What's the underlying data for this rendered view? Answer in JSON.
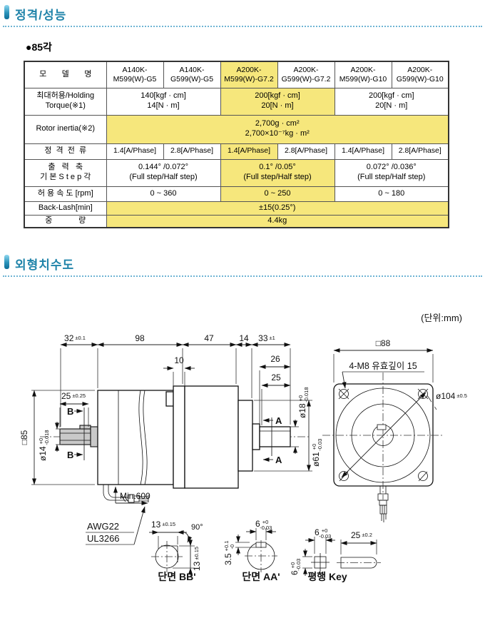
{
  "colors": {
    "accent_teal": "#1f83a9",
    "highlight_yellow": "#f6e77c"
  },
  "sections": {
    "ratings": "정격/성능",
    "dimensions": "외형치수도"
  },
  "spec_table": {
    "heading": "●85각",
    "labels": {
      "model": "모       델       명",
      "torque1": "최대허용/Holding",
      "torque2": "Torque(※1)",
      "rotor": "Rotor inertia(※2)",
      "current": "정  격  전  류",
      "step1": "출   력   축",
      "step2": "기 본 S t e p 각",
      "speed": "허 용 속 도 [rpm]",
      "backlash": "Back-Lash[min]",
      "weight": "중            량"
    },
    "models": [
      {
        "l1": "A140K-",
        "l2": "M599(W)-G5"
      },
      {
        "l1": "A140K-",
        "l2": "G599(W)-G5"
      },
      {
        "l1": "A200K-",
        "l2": "M599(W)-G7.2"
      },
      {
        "l1": "A200K-",
        "l2": "G599(W)-G7.2"
      },
      {
        "l1": "A200K-",
        "l2": "M599(W)-G10"
      },
      {
        "l1": "A200K-",
        "l2": "G599(W)-G10"
      }
    ],
    "torque": [
      {
        "l1": "140[kgf · cm]",
        "l2": "14[N · m]"
      },
      {
        "l1": "200[kgf · cm]",
        "l2": "20[N · m]"
      },
      {
        "l1": "200[kgf · cm]",
        "l2": "20[N · m]"
      }
    ],
    "rotor": {
      "l1": "2,700g · cm²",
      "l2": "2,700×10⁻⁷kg · m²"
    },
    "current": [
      "1.4[A/Phase]",
      "2.8[A/Phase]",
      "1.4[A/Phase]",
      "2.8[A/Phase]",
      "1.4[A/Phase]",
      "2.8[A/Phase]"
    ],
    "step": [
      {
        "l1": "0.144° /0.072°",
        "l2": "(Full step/Half step)"
      },
      {
        "l1": "0.1° /0.05°",
        "l2": "(Full step/Half step)"
      },
      {
        "l1": "0.072° /0.036°",
        "l2": "(Full step/Half step)"
      }
    ],
    "speed": [
      "0 ~ 360",
      "0 ~ 250",
      "0 ~ 180"
    ],
    "backlash": "±15(0.25°)",
    "weight": "4.4kg"
  },
  "drawing": {
    "unit_note": "(단위:mm)",
    "top_dims": {
      "d32": "32",
      "t32": "±0.1",
      "d98": "98",
      "d47": "47",
      "d14": "14",
      "d33": "33",
      "t33": "±1"
    },
    "sub_dims": {
      "d10": "10",
      "d26": "26",
      "d25": "25"
    },
    "left": {
      "sq85": "□85",
      "d25": "25",
      "t25": "±0.25",
      "dia14": "ø14",
      "tp": "+0",
      "tm": "-0.018",
      "secB": "B"
    },
    "rear": {
      "dia18": "ø18",
      "tp18": "+0",
      "tm18": "-0.018",
      "dia61": "ø61",
      "tp61": "+0",
      "tm61": "-0.03",
      "secA": "A"
    },
    "front": {
      "sq88": "□88",
      "m8": "4-M8 유효깊이 15",
      "dia104": "ø104",
      "t104": "±0.5"
    },
    "cable": {
      "min600": "Min.600",
      "awg": "AWG22",
      "ul": "UL3266"
    },
    "secBB": {
      "d13h": "13",
      "t13h": "±0.15",
      "ang": "90°",
      "d13v": "13",
      "t13v": "±0.15",
      "label": "단면 BB'"
    },
    "secAA": {
      "d6": "6",
      "tp6": "+0",
      "tm6": "-0.03",
      "d35": "3.5",
      "tp35": "+0.1",
      "tm35": "-0",
      "label": "단면 AA'"
    },
    "key": {
      "d6t": "6",
      "tp6t": "+0",
      "tm6t": "-0.03",
      "d6l": "6",
      "tp6l": "+0",
      "tm6l": "-0.03",
      "d25": "25",
      "t25": "±0.2",
      "label": "평행 Key"
    }
  }
}
